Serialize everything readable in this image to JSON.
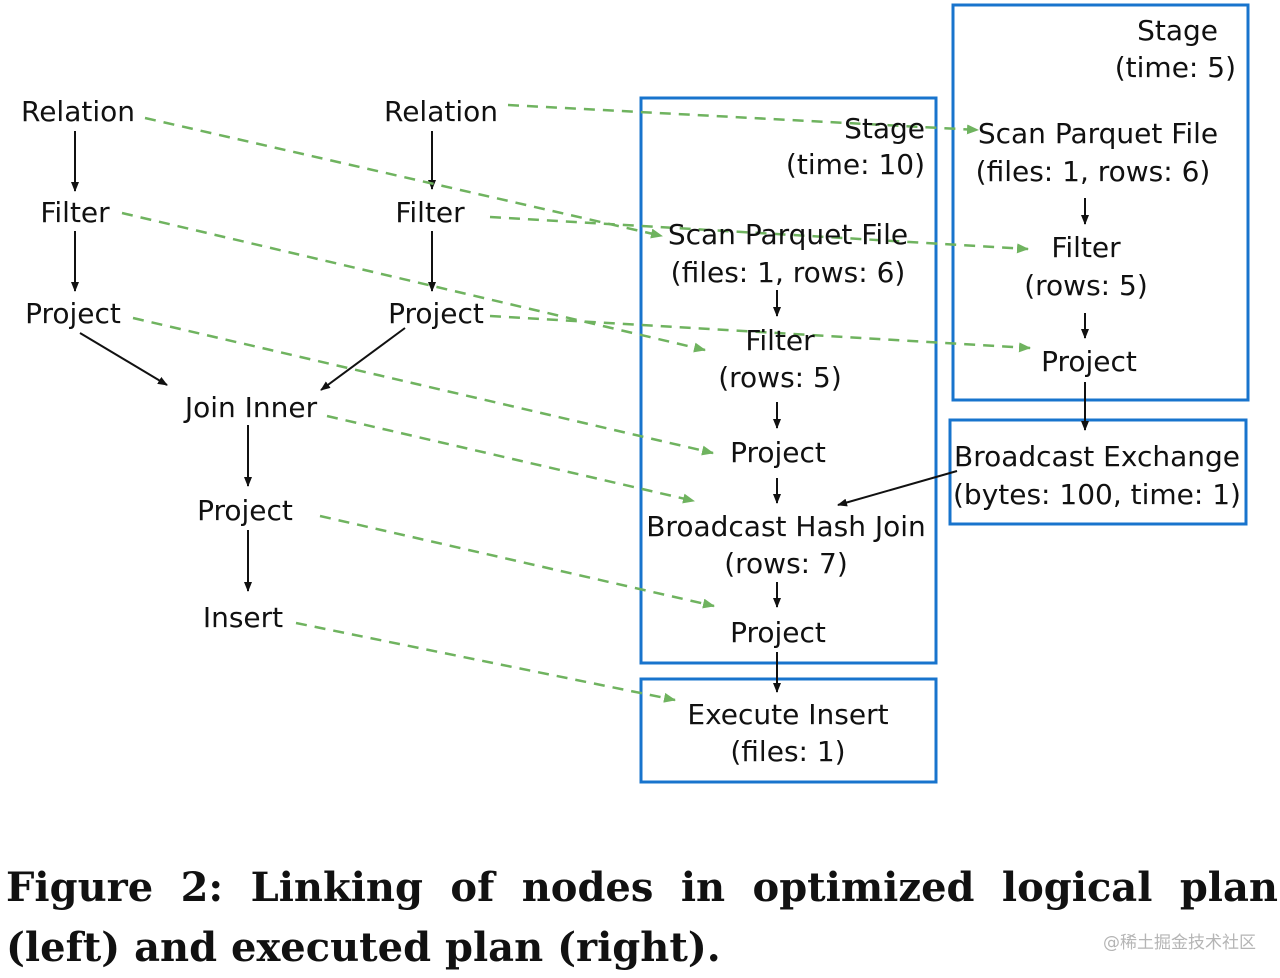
{
  "diagram": {
    "logical_plan": {
      "left_branch": {
        "relation": "Relation",
        "filter": "Filter",
        "project": "Project"
      },
      "right_branch": {
        "relation": "Relation",
        "filter": "Filter",
        "project": "Project"
      },
      "join": "Join Inner",
      "project": "Project",
      "insert": "Insert"
    },
    "executed_plan": {
      "stage_main": {
        "title": "Stage",
        "time": "(time: 10)",
        "scan": "Scan Parquet File",
        "scan_stats": "(files: 1, rows: 6)",
        "filter": "Filter",
        "filter_stats": "(rows: 5)",
        "project_1": "Project",
        "join": "Broadcast Hash Join",
        "join_stats": "(rows: 7)",
        "project_2": "Project"
      },
      "stage_side": {
        "title": "Stage",
        "time": "(time: 5)",
        "scan": "Scan Parquet File",
        "scan_stats": "(files: 1, rows: 6)",
        "filter": "Filter",
        "filter_stats": "(rows: 5)",
        "project": "Project"
      },
      "broadcast": {
        "label": "Broadcast Exchange",
        "stats": "(bytes: 100, time: 1)"
      },
      "insert": {
        "label": "Execute Insert",
        "stats": "(files: 1)"
      }
    },
    "colors": {
      "box_border": "#1874cd",
      "link": "#6fb35f",
      "edge": "#111111",
      "text": "#111111"
    }
  },
  "caption": "Figure 2: Linking of nodes in optimized logical plan (left) and executed plan (right).",
  "watermark": "@稀土掘金技术社区"
}
